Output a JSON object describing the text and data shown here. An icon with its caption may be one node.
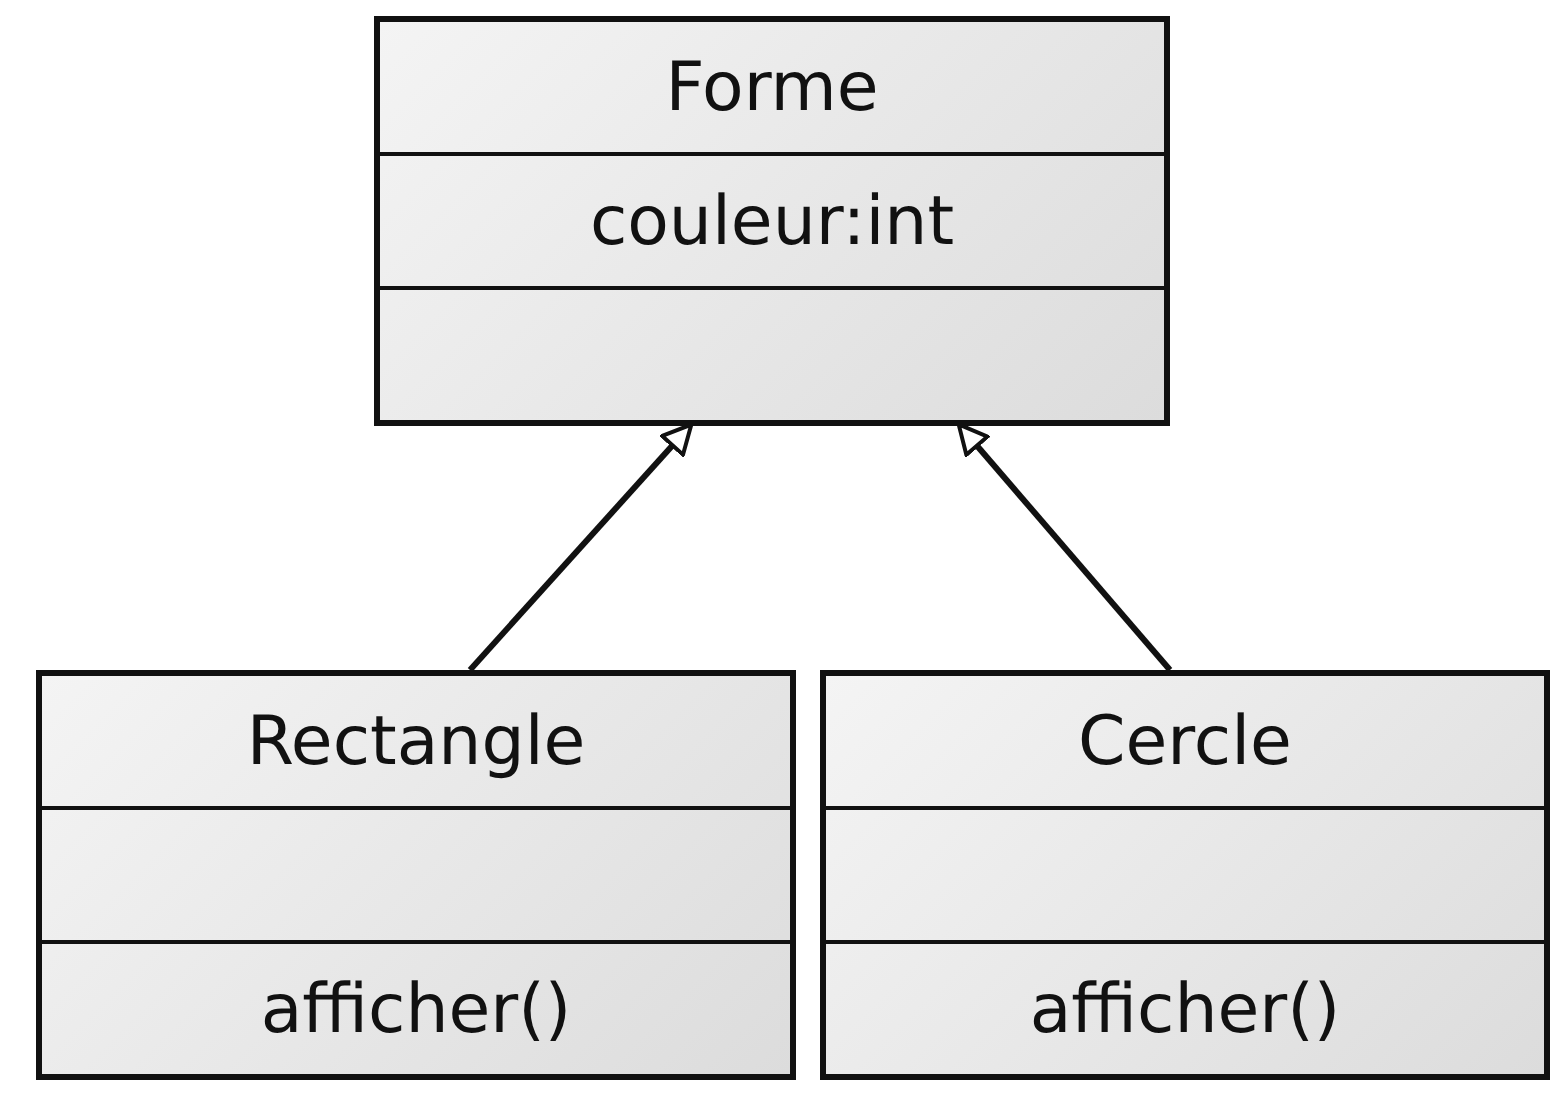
{
  "diagram": {
    "nodes": [
      {
        "text": [
          "Forme",
          "couleur:int"
        ]
      },
      {
        "text": [
          "Rectangle",
          "afficher()"
        ]
      },
      {
        "text": [
          "Cercle",
          "afficher()"
        ]
      }
    ],
    "edges": [
      {
        "from": 1,
        "to": 0,
        "arrow": "to"
      },
      {
        "from": 2,
        "to": 0,
        "arrow": "to"
      }
    ]
  }
}
